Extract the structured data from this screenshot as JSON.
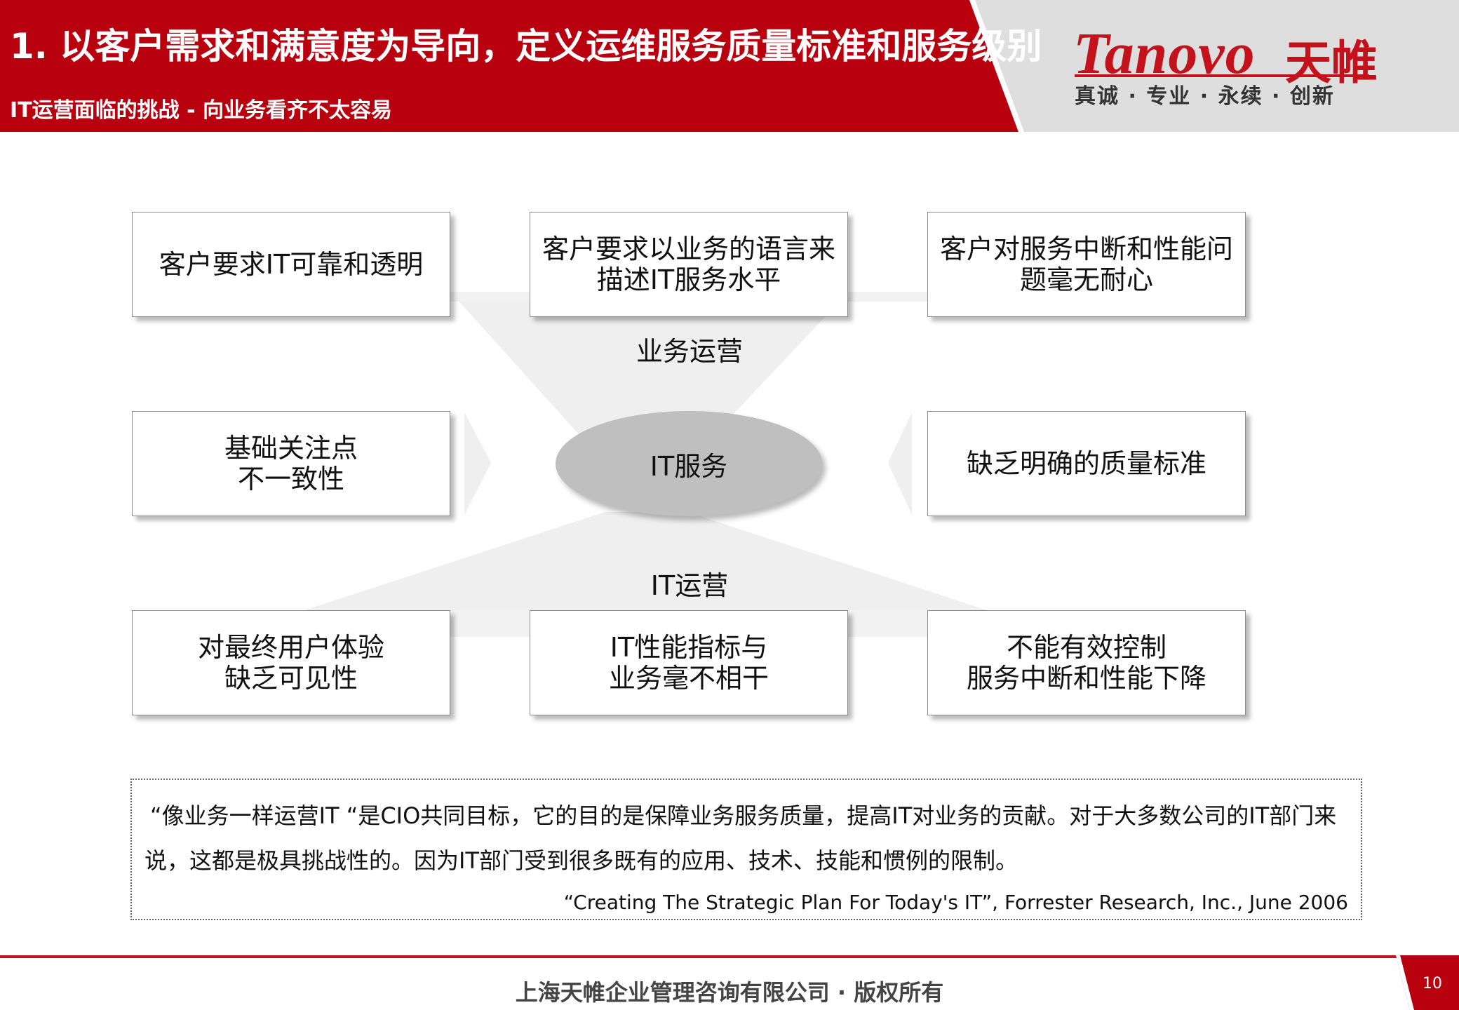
{
  "header": {
    "title": "1. 以客户需求和满意度为导向，定义运维服务质量标准和服务级别",
    "subtitle": "IT运营面临的挑战 - 向业务看齐不太容易"
  },
  "logo": {
    "brand_latin": "Tanovo",
    "brand_cn": "天帷",
    "slogan": "真诚 · 专业 · 永续 · 创新"
  },
  "diagram": {
    "top_boxes": [
      "客户要求IT可靠和透明",
      "客户要求以业务的语言来\n描述IT服务水平",
      "客户对服务中断和性能问\n题毫无耐心"
    ],
    "upper_label": "业务运营",
    "left_box": "基础关注点\n不一致性",
    "center": "IT服务",
    "right_box": "缺乏明确的质量标准",
    "lower_label": "IT运营",
    "bottom_boxes": [
      "对最终用户体验\n缺乏可见性",
      "IT性能指标与\n业务毫不相干",
      "不能有效控制\n服务中断和性能下降"
    ]
  },
  "quote": {
    "line1": "“像业务一样运营IT  “是CIO共同目标，它的目的是保障业务服务质量，提高IT对业务的贡献。对于大多数公司的IT部门来",
    "line2": "说，这都是极具挑战性的。因为IT部门受到很多既有的应用、技术、技能和惯例的限制。",
    "source": "“Creating The Strategic Plan For Today's IT”, Forrester Research, Inc., June 2006"
  },
  "footer": {
    "company": "上海天帷企业管理咨询有限公司  ·  版权所有",
    "page_number": "10"
  },
  "colors": {
    "brand_red": "#c3121c",
    "header_gray": "#dcdcdc",
    "ellipse_gray": "#bfbfbf",
    "funnel_gray": "#efefef"
  }
}
